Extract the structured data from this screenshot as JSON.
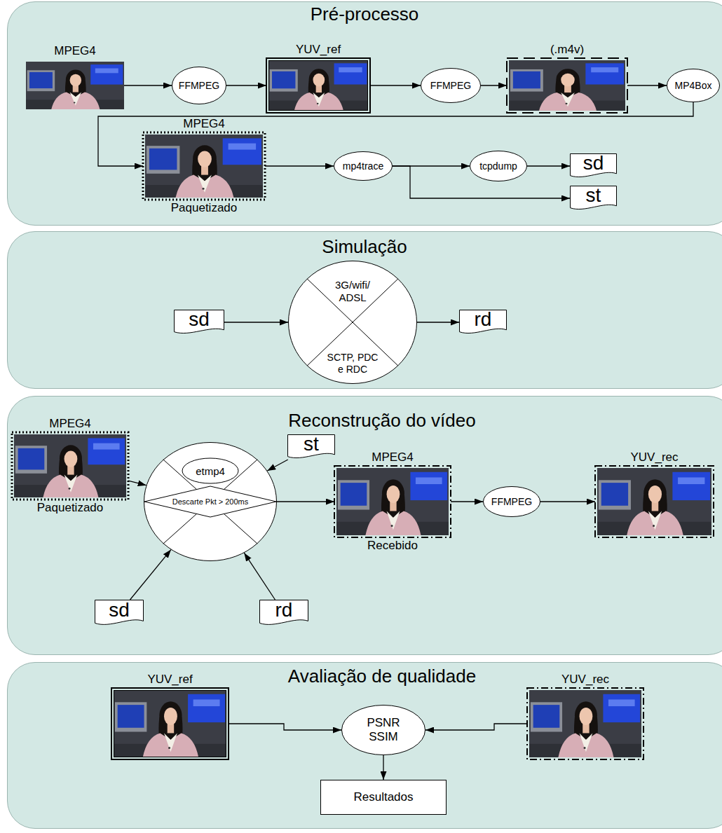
{
  "diagram": {
    "nodes": [
      {
        "text": [
          "Pré-processo"
        ]
      },
      {
        "text": [
          "MPEG4"
        ],
        "in": 0
      },
      {
        "text": [
          "FFMPEG"
        ],
        "in": 0
      },
      {
        "text": [
          "YUV_ref"
        ],
        "in": 0
      },
      {
        "text": [
          "FFMPEG"
        ],
        "in": 0
      },
      {
        "text": [
          "(.m4v)"
        ],
        "in": 0
      },
      {
        "text": [
          "MP4Box"
        ],
        "in": 0
      },
      {
        "text": [
          "MPEG4",
          "Paquetizado"
        ],
        "in": 0
      },
      {
        "text": [
          "mp4trace"
        ],
        "in": 0
      },
      {
        "text": [
          "tcpdump"
        ],
        "in": 0
      },
      {
        "text": [
          "sd"
        ],
        "in": 0
      },
      {
        "text": [
          "st"
        ],
        "in": 0
      },
      {
        "text": [
          "Simulação"
        ]
      },
      {
        "text": [
          "sd"
        ],
        "in": 12
      },
      {
        "text": [
          "3G/wifi/ ADSL",
          "SCTP, PDC e RDC"
        ],
        "in": 12
      },
      {
        "text": [
          "rd"
        ],
        "in": 12
      },
      {
        "text": [
          "Reconstrução do vídeo"
        ]
      },
      {
        "text": [
          "MPEG4",
          "Paquetizado"
        ],
        "in": 16
      },
      {
        "text": [
          "st"
        ],
        "in": 16
      },
      {
        "text": [
          "etmp4",
          "Descarte Pkt > 200ms"
        ],
        "in": 16
      },
      {
        "text": [
          "MPEG4",
          "Recebido"
        ],
        "in": 16
      },
      {
        "text": [
          "FFMPEG"
        ],
        "in": 16
      },
      {
        "text": [
          "YUV_rec"
        ],
        "in": 16
      },
      {
        "text": [
          "sd"
        ],
        "in": 16
      },
      {
        "text": [
          "rd"
        ],
        "in": 16
      },
      {
        "text": [
          "Avaliação de qualidade"
        ]
      },
      {
        "text": [
          "YUV_ref"
        ],
        "in": 25
      },
      {
        "text": [
          "PSNR SSIM"
        ],
        "in": 25
      },
      {
        "text": [
          "YUV_rec"
        ],
        "in": 25
      },
      {
        "text": [
          "Resultados"
        ],
        "in": 25
      }
    ],
    "edges": [
      {
        "from": 1,
        "to": 2,
        "arrow": "to"
      },
      {
        "from": 2,
        "to": 3,
        "arrow": "to"
      },
      {
        "from": 3,
        "to": 4,
        "arrow": "to"
      },
      {
        "from": 4,
        "to": 5,
        "arrow": "to"
      },
      {
        "from": 5,
        "to": 6,
        "arrow": "to"
      },
      {
        "from": 6,
        "to": 7,
        "arrow": "to"
      },
      {
        "from": 7,
        "to": 8,
        "arrow": "to"
      },
      {
        "from": 8,
        "to": 9,
        "arrow": "to"
      },
      {
        "from": 9,
        "to": 10,
        "arrow": "to"
      },
      {
        "from": 8,
        "to": 11,
        "arrow": "to"
      },
      {
        "from": 13,
        "to": 14,
        "arrow": "to"
      },
      {
        "from": 14,
        "to": 15,
        "arrow": "to"
      },
      {
        "from": 17,
        "to": 19,
        "arrow": "to"
      },
      {
        "from": 18,
        "to": 19,
        "arrow": "to"
      },
      {
        "from": 23,
        "to": 19,
        "arrow": "to"
      },
      {
        "from": 24,
        "to": 19,
        "arrow": "to"
      },
      {
        "from": 19,
        "to": 20,
        "arrow": "to"
      },
      {
        "from": 20,
        "to": 21,
        "arrow": "to"
      },
      {
        "from": 21,
        "to": 22,
        "arrow": "to"
      },
      {
        "from": 26,
        "to": 27,
        "arrow": "to"
      },
      {
        "from": 28,
        "to": 27,
        "arrow": "to"
      },
      {
        "from": 27,
        "to": 29,
        "arrow": "to"
      }
    ]
  }
}
